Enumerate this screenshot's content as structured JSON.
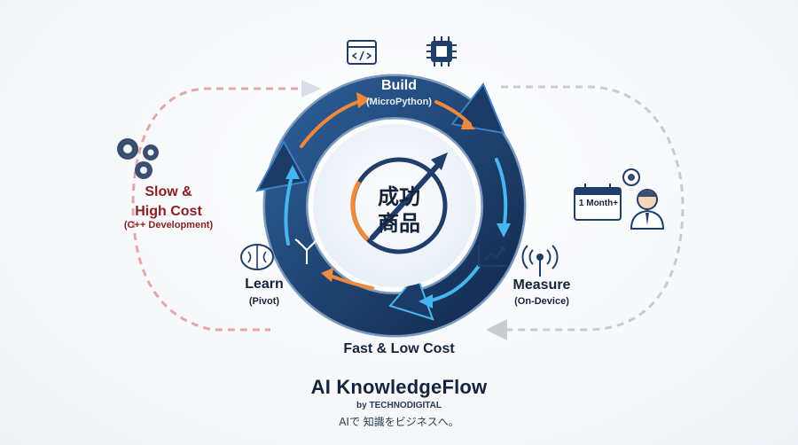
{
  "slow_path": {
    "title_line1": "Slow &",
    "title_line2": "High Cost",
    "subtitle": "(C++ Development)"
  },
  "cycle": {
    "build": {
      "label": "Build",
      "sub": "(MicroPython)"
    },
    "measure": {
      "label": "Measure",
      "sub": "(On-Device)"
    },
    "learn": {
      "label": "Learn",
      "sub": "(Pivot)"
    },
    "center_line1": "成功",
    "center_line2": "商品",
    "footer": "Fast & Low Cost"
  },
  "calendar": {
    "text": "1 Month+"
  },
  "brand": {
    "title": "AI KnowledgeFlow",
    "by": "by TECHNODIGITAL",
    "tagline": "AIで 知識をビジネスへ。"
  },
  "colors": {
    "navy": "#15243c",
    "ring_dark": "#1c3a66",
    "ring_light": "#2f6fb3",
    "orange": "#f08a3a",
    "cyan": "#46b6f0",
    "slow_red": "#8c1f24",
    "dashed_red": "#e3a7a7",
    "dashed_gray": "#c7ccd3"
  },
  "icons": [
    "code-window-icon",
    "chip-icon",
    "gears-icon",
    "calendar-icon",
    "chat-bubble-icon",
    "person-icon",
    "chart-icon",
    "antenna-icon",
    "brain-icon",
    "branch-arrows-icon"
  ]
}
